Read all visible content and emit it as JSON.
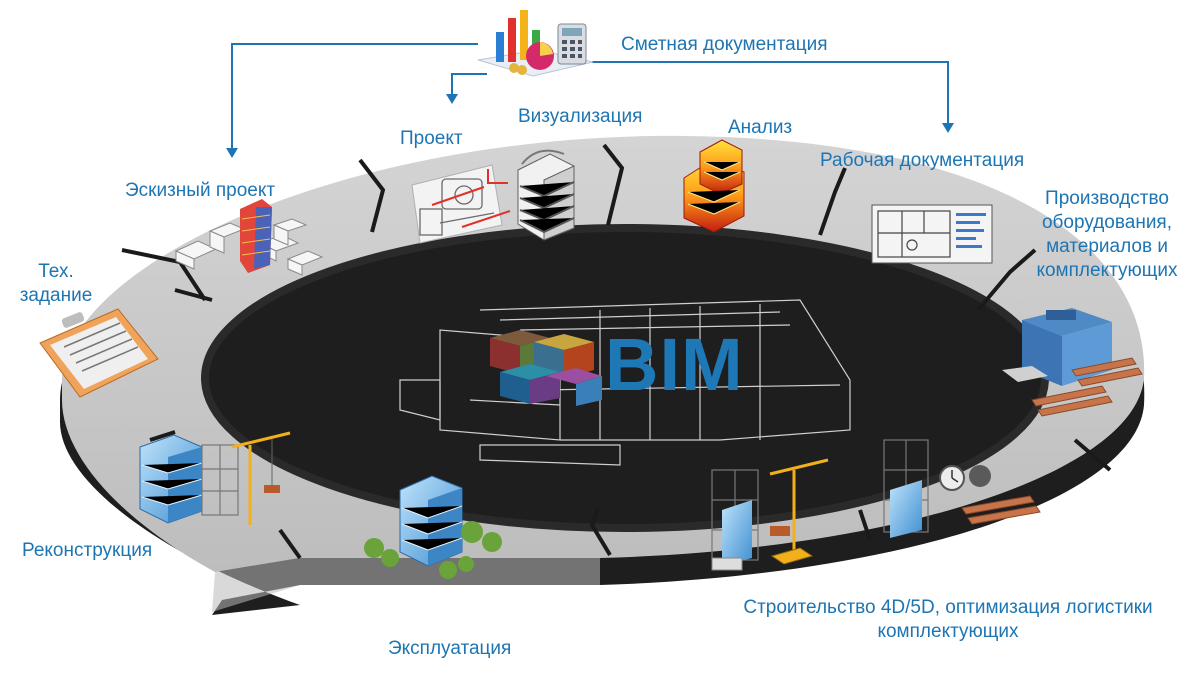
{
  "colors": {
    "accent": "#1d75b3",
    "ring_top": "#c8c8c8",
    "ring_side": "#1e1e1e",
    "bim_text": "#1e78b6"
  },
  "logo": {
    "text": "BIM"
  },
  "stages": {
    "estimate_docs": "Сметная документация",
    "project": "Проект",
    "visualization": "Визуализация",
    "analysis": "Анализ",
    "working_docs": "Рабочая документация",
    "production": "Производство оборудования, материалов и комплектующих",
    "sketch": "Эскизный проект",
    "tech_task": "Тех. задание",
    "reconstruction": "Реконструкция",
    "operation": "Эксплуатация",
    "construction": "Строительство 4D/5D, оптимизация логистики комплектующих"
  },
  "icons": {
    "estimate": "financial-charts-calculator-icon",
    "project": "blueprint-sketch-icon",
    "visualization": "building-model-icon",
    "analysis": "thermal-analysis-building-icon",
    "working_docs": "floor-plan-drawing-icon",
    "production": "factory-machine-lumber-icon",
    "sketch": "massing-model-icon",
    "tech_task": "clipboard-document-icon",
    "reconstruction": "building-crane-scaffold-icon",
    "operation": "finished-building-trees-icon",
    "construction": "construction-site-crane-icon"
  }
}
